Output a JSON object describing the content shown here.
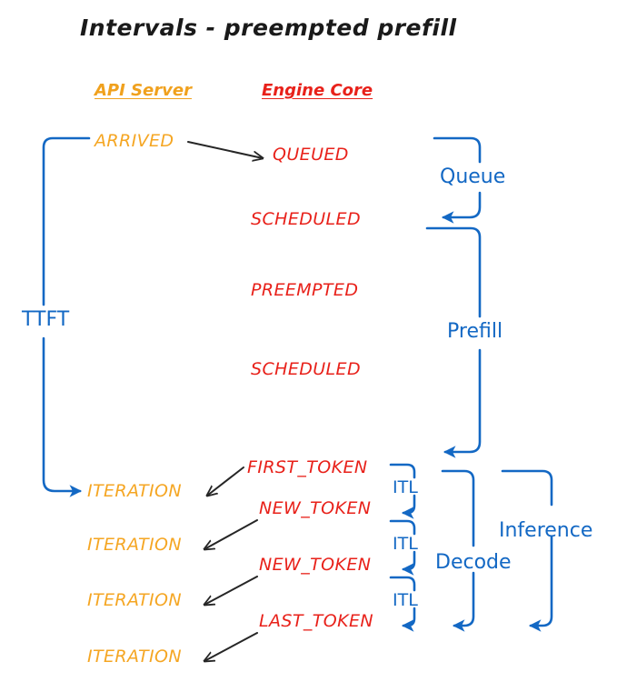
{
  "diagram": {
    "title": "Intervals - preempted prefill",
    "colors": {
      "api_server": "#f5a623",
      "engine_core": "#e8211a",
      "interval_blue": "#1368c4",
      "arrow_black": "#262626",
      "background": "#ffffff"
    },
    "columns": [
      {
        "id": "api-server",
        "label": "API Server",
        "color": "#f0a11e"
      },
      {
        "id": "engine-core",
        "label": "Engine Core",
        "color": "#e8211a"
      }
    ],
    "api_events": [
      {
        "label": "ARRIVED"
      },
      {
        "label": "ITERATION"
      },
      {
        "label": "ITERATION"
      },
      {
        "label": "ITERATION"
      },
      {
        "label": "ITERATION"
      }
    ],
    "engine_events": [
      {
        "label": "QUEUED"
      },
      {
        "label": "SCHEDULED"
      },
      {
        "label": "PREEMPTED"
      },
      {
        "label": "SCHEDULED"
      },
      {
        "label": "FIRST_TOKEN"
      },
      {
        "label": "NEW_TOKEN"
      },
      {
        "label": "NEW_TOKEN"
      },
      {
        "label": "LAST_TOKEN"
      }
    ],
    "intervals": [
      {
        "id": "ttft",
        "label": "TTFT"
      },
      {
        "id": "queue",
        "label": "Queue"
      },
      {
        "id": "prefill",
        "label": "Prefill"
      },
      {
        "id": "itl-1",
        "label": "ITL"
      },
      {
        "id": "itl-2",
        "label": "ITL"
      },
      {
        "id": "itl-3",
        "label": "ITL"
      },
      {
        "id": "decode",
        "label": "Decode"
      },
      {
        "id": "inference",
        "label": "Inference"
      }
    ]
  }
}
